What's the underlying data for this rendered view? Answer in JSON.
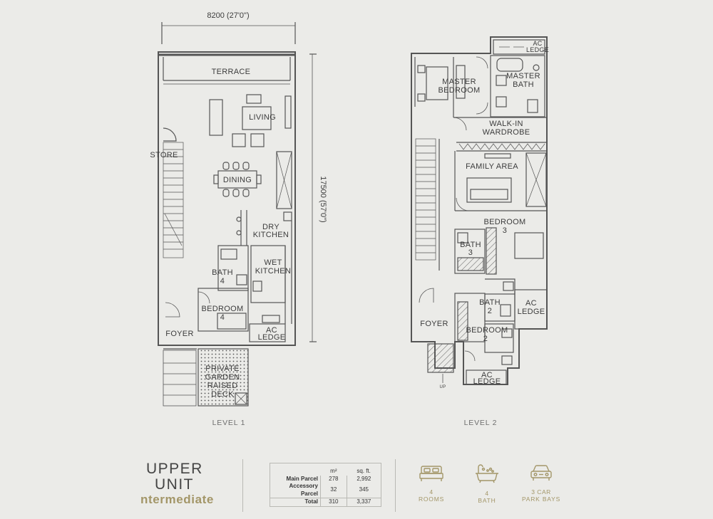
{
  "dimensions": {
    "width_label": "8200  (27'0\")",
    "depth_label": "17500 (57'0\")"
  },
  "level1": {
    "label": "LEVEL 1",
    "rooms": {
      "terrace": "TERRACE",
      "living": "LIVING",
      "store": "STORE",
      "dining": "DINING",
      "dry_kitchen_1": "DRY",
      "dry_kitchen_2": "KITCHEN",
      "wet_kitchen_1": "WET",
      "wet_kitchen_2": "KITCHEN",
      "bath4_1": "BATH",
      "bath4_2": "4",
      "bedroom4_1": "BEDROOM",
      "bedroom4_2": "4",
      "foyer": "FOYER",
      "ac_ledge_1": "AC",
      "ac_ledge_2": "LEDGE",
      "garden_1": "PRIVATE",
      "garden_2": "GARDEN",
      "garden_3": "RAISED",
      "garden_4": "DECK"
    }
  },
  "level2": {
    "label": "LEVEL 2",
    "up_mark": "UP",
    "rooms": {
      "ac_top_1": "AC",
      "ac_top_2": "LEDGE",
      "master_bed_1": "MASTER",
      "master_bed_2": "BEDROOM",
      "master_bath_1": "MASTER",
      "master_bath_2": "BATH",
      "wardrobe_1": "WALK-IN",
      "wardrobe_2": "WARDROBE",
      "family": "FAMILY AREA",
      "bedroom3_1": "BEDROOM",
      "bedroom3_2": "3",
      "bath3_1": "BATH",
      "bath3_2": "3",
      "bath2_1": "BATH",
      "bath2_2": "2",
      "ac_right_1": "AC",
      "ac_right_2": "LEDGE",
      "foyer": "FOYER",
      "bedroom2_1": "BEDROOM",
      "bedroom2_2": "2",
      "ac_bottom_1": "AC",
      "ac_bottom_2": "LEDGE"
    }
  },
  "unit": {
    "line1": "UPPER",
    "line2": "UNIT",
    "line3": "ntermediate"
  },
  "area_table": {
    "col_m2": "m²",
    "col_sqft": "sq. ft.",
    "rows": [
      {
        "name": "Main Parcel",
        "m2": "278",
        "sqft": "2,992"
      },
      {
        "name": "Accessory Parcel",
        "m2": "32",
        "sqft": "345"
      },
      {
        "name": "Total",
        "m2": "310",
        "sqft": "3,337"
      }
    ]
  },
  "features": [
    {
      "value": "4",
      "label": "ROOMS",
      "icon": "bed-icon"
    },
    {
      "value": "4",
      "label": "BATH",
      "icon": "bathtub-icon"
    },
    {
      "value": "3 CAR",
      "label": "PARK BAYS",
      "icon": "car-icon"
    }
  ],
  "colors": {
    "accent_gold": "#a39668",
    "line": "#555555",
    "background": "#ebebe8"
  }
}
